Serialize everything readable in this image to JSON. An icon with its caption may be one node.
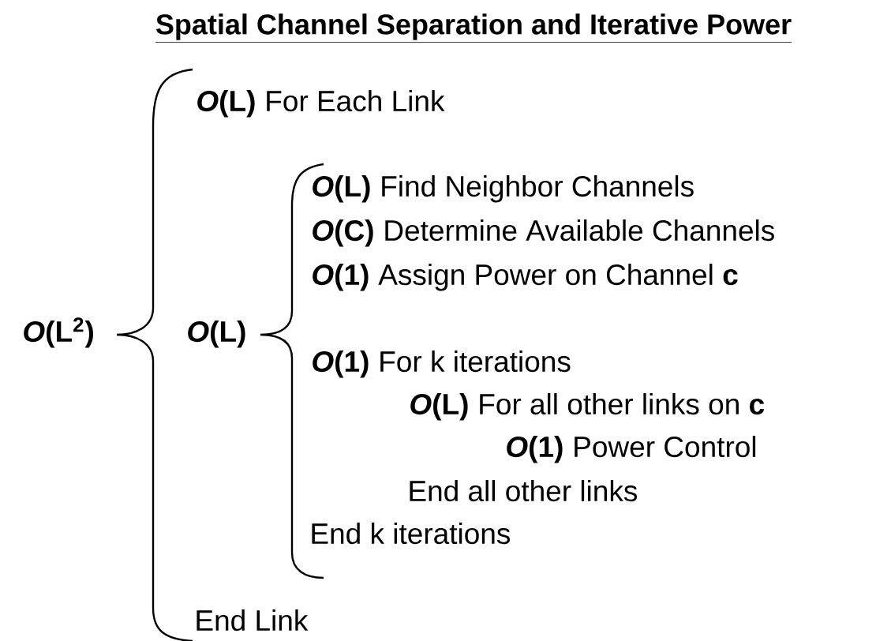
{
  "diagram": {
    "title": "Spatial Channel Separation and Iterative Power",
    "labels": [
      "*O*(L)",
      "For Each Link",
      "*O*(L)",
      "Find Neighbor Channels",
      "*O*(C)",
      "Determine Available Channels",
      "*O*(1)",
      "Assign Power on Channel **c**",
      "*O*(L$^{2}$)",
      "*O*(L)",
      "*O*(1)",
      "For k iterations",
      "*O*(L)",
      "For all other links on **c**",
      "*O*(1)",
      "Power Control",
      "End all other links",
      "End k iterations",
      "End Link"
    ]
  }
}
